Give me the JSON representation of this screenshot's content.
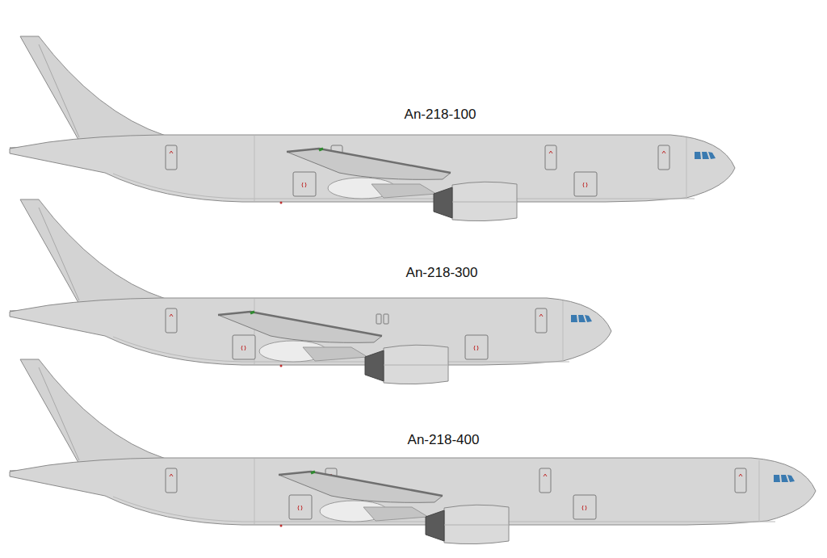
{
  "diagram": {
    "labels": [
      "An-218-100",
      "An-218-300",
      "An-218-400"
    ]
  }
}
